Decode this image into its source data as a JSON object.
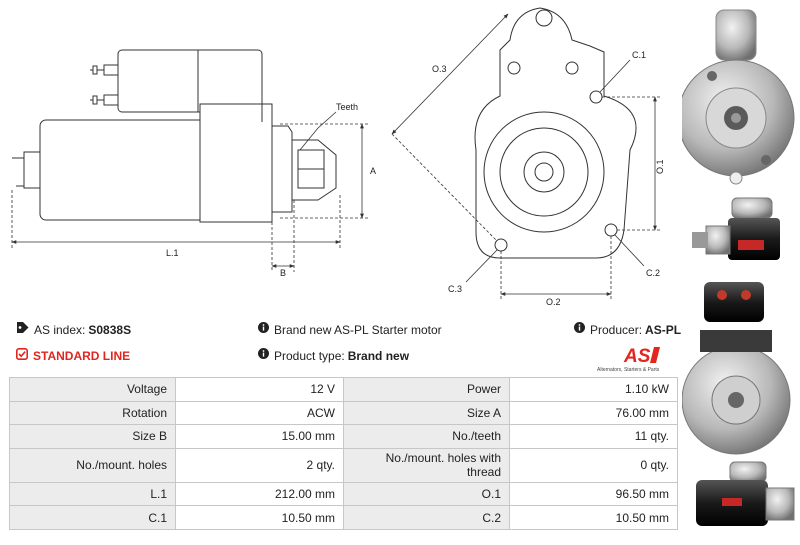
{
  "drawing": {
    "labels": {
      "teeth": "Teeth",
      "a": "A",
      "b": "B",
      "l1": "L.1",
      "o1": "O.1",
      "o2": "O.2",
      "o3": "O.3",
      "c1": "C.1",
      "c2": "C.2",
      "c3": "C.3"
    }
  },
  "info": {
    "as_index_label": "AS index:",
    "as_index_value": "S0838S",
    "standard_line": "STANDARD LINE",
    "description": "Brand new AS-PL Starter motor",
    "product_type_label": "Product type:",
    "product_type_value": "Brand new",
    "producer_label": "Producer:",
    "producer_value": "AS-PL",
    "logo_text": "AS",
    "logo_tagline": "Alternators, Starters & Parts"
  },
  "spec_table": [
    {
      "l1": "Voltage",
      "v1": "12 V",
      "l2": "Power",
      "v2": "1.10 kW"
    },
    {
      "l1": "Rotation",
      "v1": "ACW",
      "l2": "Size A",
      "v2": "76.00 mm"
    },
    {
      "l1": "Size B",
      "v1": "15.00 mm",
      "l2": "No./teeth",
      "v2": "11 qty."
    },
    {
      "l1": "No./mount. holes",
      "v1": "2 qty.",
      "l2": "No./mount. holes with thread",
      "v2": "0 qty."
    },
    {
      "l1": "L.1",
      "v1": "212.00 mm",
      "l2": "O.1",
      "v2": "96.50 mm"
    },
    {
      "l1": "C.1",
      "v1": "10.50 mm",
      "l2": "C.2",
      "v2": "10.50 mm"
    }
  ],
  "colors": {
    "accent_red": "#e0261f",
    "label_bg": "#ececec",
    "border": "#c7c7c7"
  },
  "icons": {
    "tag": "tag-icon",
    "check": "check-square-icon",
    "info": "info-circle-icon"
  }
}
